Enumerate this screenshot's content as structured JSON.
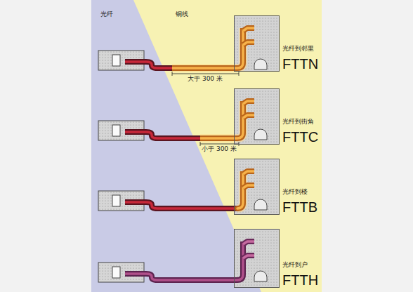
{
  "diagram": {
    "nodes": [
      {
        "text": [
          "光纤到邻里",
          "FTTN"
        ]
      },
      {
        "text": [
          "光纤到街角",
          "FTTC"
        ]
      },
      {
        "text": [
          "光纤到楼",
          "FTTB"
        ]
      },
      {
        "text": [
          "光纤到户",
          "FTTH"
        ]
      }
    ],
    "labels": [
      "光纤",
      "铜线",
      "大于 300 米",
      "小于 300 米"
    ]
  }
}
